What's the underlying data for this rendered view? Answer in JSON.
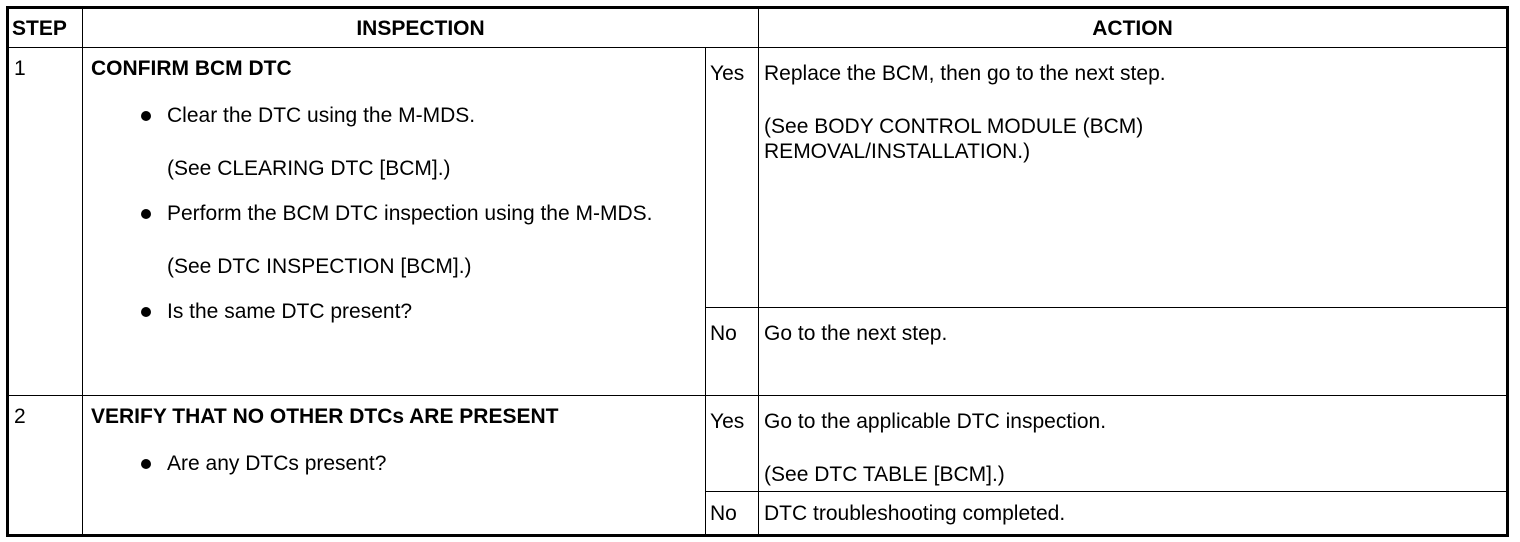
{
  "headers": {
    "step": "STEP",
    "inspection": "INSPECTION",
    "action": "ACTION"
  },
  "steps": [
    {
      "num": "1",
      "title": "CONFIRM BCM DTC",
      "bullets": [
        {
          "text": "Clear the DTC using the M-MDS.",
          "sub": "(See CLEARING DTC [BCM].)"
        },
        {
          "text": "Perform the BCM DTC inspection using the M-MDS.",
          "sub": "(See DTC INSPECTION [BCM].)"
        },
        {
          "text": "Is the same DTC present?",
          "sub": ""
        }
      ],
      "yes_label": "Yes",
      "yes_action": "Replace the BCM, then go to the next step.",
      "yes_ref": "(See BODY CONTROL MODULE (BCM) REMOVAL/INSTALLATION.)",
      "no_label": "No",
      "no_action": "Go to the next step."
    },
    {
      "num": "2",
      "title": "VERIFY THAT NO OTHER DTCs ARE PRESENT",
      "bullets": [
        {
          "text": "Are any DTCs present?",
          "sub": ""
        }
      ],
      "yes_label": "Yes",
      "yes_action": "Go to the applicable DTC inspection.",
      "yes_ref": "(See DTC TABLE [BCM].)",
      "no_label": "No",
      "no_action": "DTC troubleshooting completed."
    }
  ]
}
